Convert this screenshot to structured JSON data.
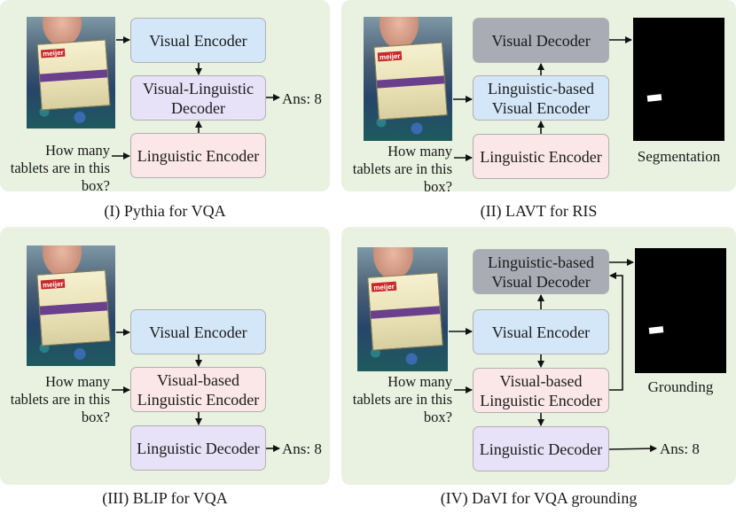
{
  "panels": {
    "p1": {
      "caption": "(I) Pythia for VQA",
      "visual_encoder": "Visual Encoder",
      "vl_decoder": "Visual-Linguistic Decoder",
      "linguistic_encoder": "Linguistic Encoder",
      "question": "How many tablets are in this box?",
      "answer": "Ans: 8"
    },
    "p2": {
      "caption": "(II) LAVT for RIS",
      "visual_decoder": "Visual Decoder",
      "lb_visual_encoder": "Linguistic-based Visual Encoder",
      "linguistic_encoder": "Linguistic Encoder",
      "question": "How many tablets are in this box?",
      "output_label": "Segmentation"
    },
    "p3": {
      "caption": "(III) BLIP for VQA",
      "visual_encoder": "Visual Encoder",
      "vb_linguistic_encoder": "Visual-based Linguistic Encoder",
      "linguistic_decoder": "Linguistic Decoder",
      "question": "How many tablets are in this box?",
      "answer": "Ans: 8"
    },
    "p4": {
      "caption": "(IV) DaVI for VQA grounding",
      "lb_visual_decoder": "Linguistic-based Visual Decoder",
      "visual_encoder": "Visual Encoder",
      "vb_linguistic_encoder": "Visual-based Linguistic Encoder",
      "linguistic_decoder": "Linguistic Decoder",
      "question": "How many tablets are in this box?",
      "answer": "Ans: 8",
      "output_label": "Grounding"
    }
  },
  "photo": {
    "brand": "meijer"
  },
  "colors": {
    "panel_bg": "#e9f1e0",
    "visual_encoder": "#d3e7f9",
    "decoder_lavender": "#e7e2f7",
    "linguistic_pink": "#fbe7e8",
    "visual_decoder_gray": "#a9acb5"
  }
}
